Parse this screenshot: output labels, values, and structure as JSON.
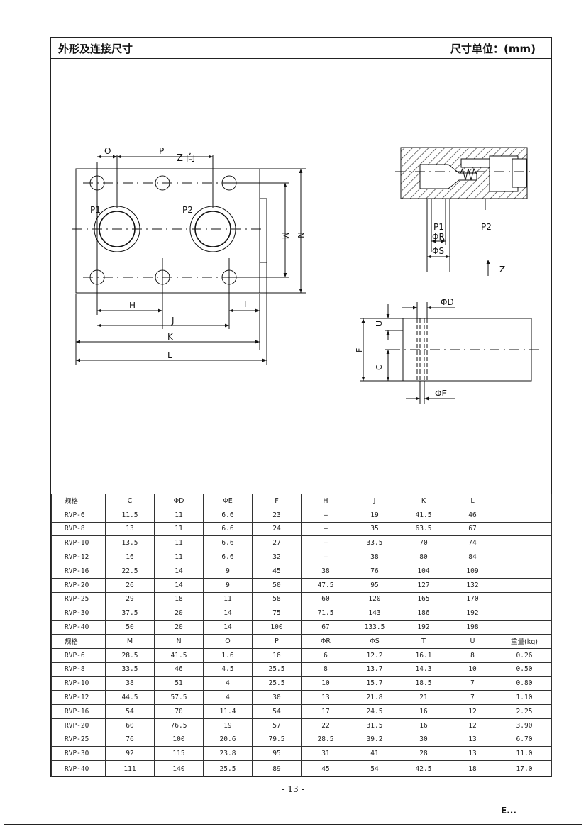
{
  "header": {
    "title": "外形及连接尺寸",
    "unit": "尺寸单位：(mm)"
  },
  "drawing": {
    "view_label": "Z 向",
    "top_view": {
      "O": "O",
      "P": "P",
      "P1": "P1",
      "P2": "P2",
      "M": "M",
      "N": "N",
      "H": "H",
      "J": "J",
      "K": "K",
      "L": "L",
      "T": "T"
    },
    "section_view": {
      "P1": "P1",
      "PR": "ΦR",
      "PS": "ΦS",
      "P2": "P2",
      "Z": "Z"
    },
    "side_view": {
      "PD": "ΦD",
      "PE": "ΦE",
      "U": "U",
      "F": "F",
      "C": "C"
    }
  },
  "table1": {
    "headers": [
      "规格",
      "C",
      "ΦD",
      "ΦE",
      "F",
      "H",
      "J",
      "K",
      "L",
      ""
    ],
    "rows": [
      [
        "RVP-6",
        "11.5",
        "11",
        "6.6",
        "23",
        "—",
        "19",
        "41.5",
        "46",
        ""
      ],
      [
        "RVP-8",
        "13",
        "11",
        "6.6",
        "24",
        "—",
        "35",
        "63.5",
        "67",
        ""
      ],
      [
        "RVP-10",
        "13.5",
        "11",
        "6.6",
        "27",
        "—",
        "33.5",
        "70",
        "74",
        ""
      ],
      [
        "RVP-12",
        "16",
        "11",
        "6.6",
        "32",
        "—",
        "38",
        "80",
        "84",
        ""
      ],
      [
        "RVP-16",
        "22.5",
        "14",
        "9",
        "45",
        "38",
        "76",
        "104",
        "109",
        ""
      ],
      [
        "RVP-20",
        "26",
        "14",
        "9",
        "50",
        "47.5",
        "95",
        "127",
        "132",
        ""
      ],
      [
        "RVP-25",
        "29",
        "18",
        "11",
        "58",
        "60",
        "120",
        "165",
        "170",
        ""
      ],
      [
        "RVP-30",
        "37.5",
        "20",
        "14",
        "75",
        "71.5",
        "143",
        "186",
        "192",
        ""
      ],
      [
        "RVP-40",
        "50",
        "20",
        "14",
        "100",
        "67",
        "133.5",
        "192",
        "198",
        ""
      ]
    ]
  },
  "table2": {
    "headers": [
      "规格",
      "M",
      "N",
      "O",
      "P",
      "ΦR",
      "ΦS",
      "T",
      "U",
      "重量(kg)"
    ],
    "rows": [
      [
        "RVP-6",
        "28.5",
        "41.5",
        "1.6",
        "16",
        "6",
        "12.2",
        "16.1",
        "8",
        "0.26"
      ],
      [
        "RVP-8",
        "33.5",
        "46",
        "4.5",
        "25.5",
        "8",
        "13.7",
        "14.3",
        "10",
        "0.50"
      ],
      [
        "RVP-10",
        "38",
        "51",
        "4",
        "25.5",
        "10",
        "15.7",
        "18.5",
        "7",
        "0.80"
      ],
      [
        "RVP-12",
        "44.5",
        "57.5",
        "4",
        "30",
        "13",
        "21.8",
        "21",
        "7",
        "1.10"
      ],
      [
        "RVP-16",
        "54",
        "70",
        "11.4",
        "54",
        "17",
        "24.5",
        "16",
        "12",
        "2.25"
      ],
      [
        "RVP-20",
        "60",
        "76.5",
        "19",
        "57",
        "22",
        "31.5",
        "16",
        "12",
        "3.90"
      ],
      [
        "RVP-25",
        "76",
        "100",
        "20.6",
        "79.5",
        "28.5",
        "39.2",
        "30",
        "13",
        "6.70"
      ],
      [
        "RVP-30",
        "92",
        "115",
        "23.8",
        "95",
        "31",
        "41",
        "28",
        "13",
        "11.0"
      ],
      [
        "RVP-40",
        "111",
        "140",
        "25.5",
        "89",
        "45",
        "54",
        "42.5",
        "18",
        "17.0"
      ]
    ]
  },
  "footer": {
    "page_number": "- 13 -",
    "mark": "E..."
  }
}
